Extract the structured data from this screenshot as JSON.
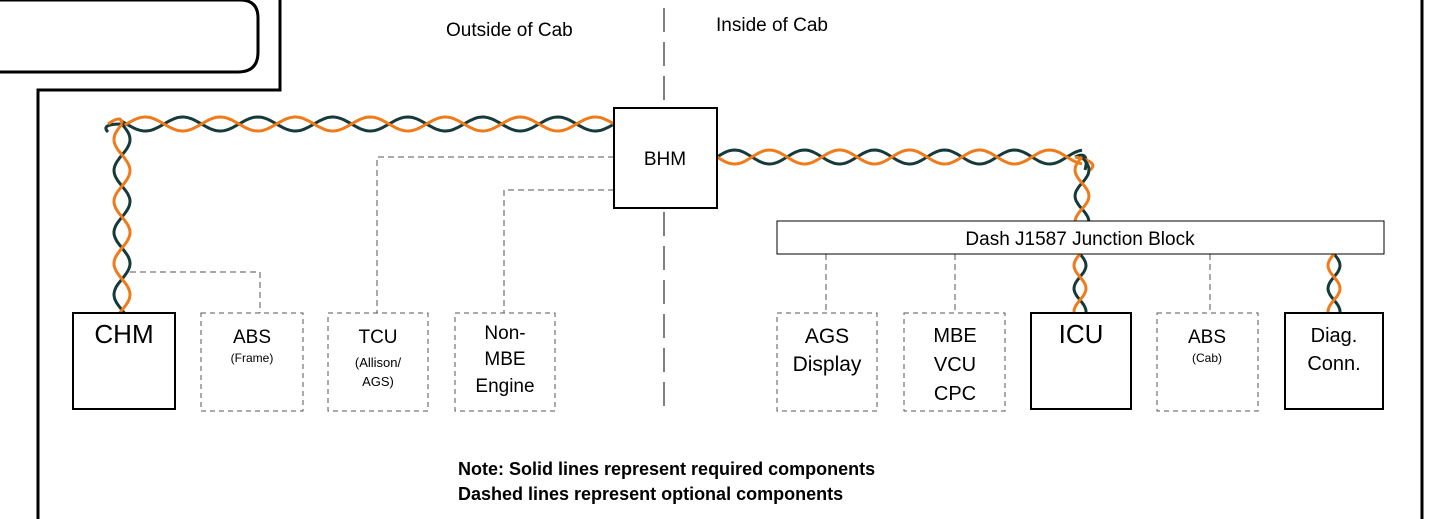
{
  "colors": {
    "wire_a": "#f07b1a",
    "wire_b": "#163a3a",
    "line": "#000000",
    "dash": "#555555",
    "background": "#ffffff"
  },
  "header": {
    "outside_label": "Outside of Cab",
    "inside_label": "Inside of Cab"
  },
  "modules": {
    "bhm": "BHM",
    "junction_block": "Dash J1587 Junction Block",
    "chm": "CHM",
    "icu": "ICU",
    "diag": {
      "line1": "Diag.",
      "line2": "Conn."
    }
  },
  "optional_modules": {
    "abs_frame": {
      "line1": "ABS",
      "line2": "(Frame)"
    },
    "tcu": {
      "line1": "TCU",
      "line2": "(Allison/",
      "line3": "AGS)"
    },
    "non_mbe": {
      "line1": "Non-",
      "line2": "MBE",
      "line3": "Engine"
    },
    "ags": {
      "line1": "AGS",
      "line2": "Display"
    },
    "mbe": {
      "line1": "MBE",
      "line2": "VCU",
      "line3": "CPC"
    },
    "abs_cab": {
      "line1": "ABS",
      "line2": "(Cab)"
    }
  },
  "note": {
    "line1": "Note: Solid lines represent required components",
    "line2": "Dashed lines represent optional components"
  }
}
